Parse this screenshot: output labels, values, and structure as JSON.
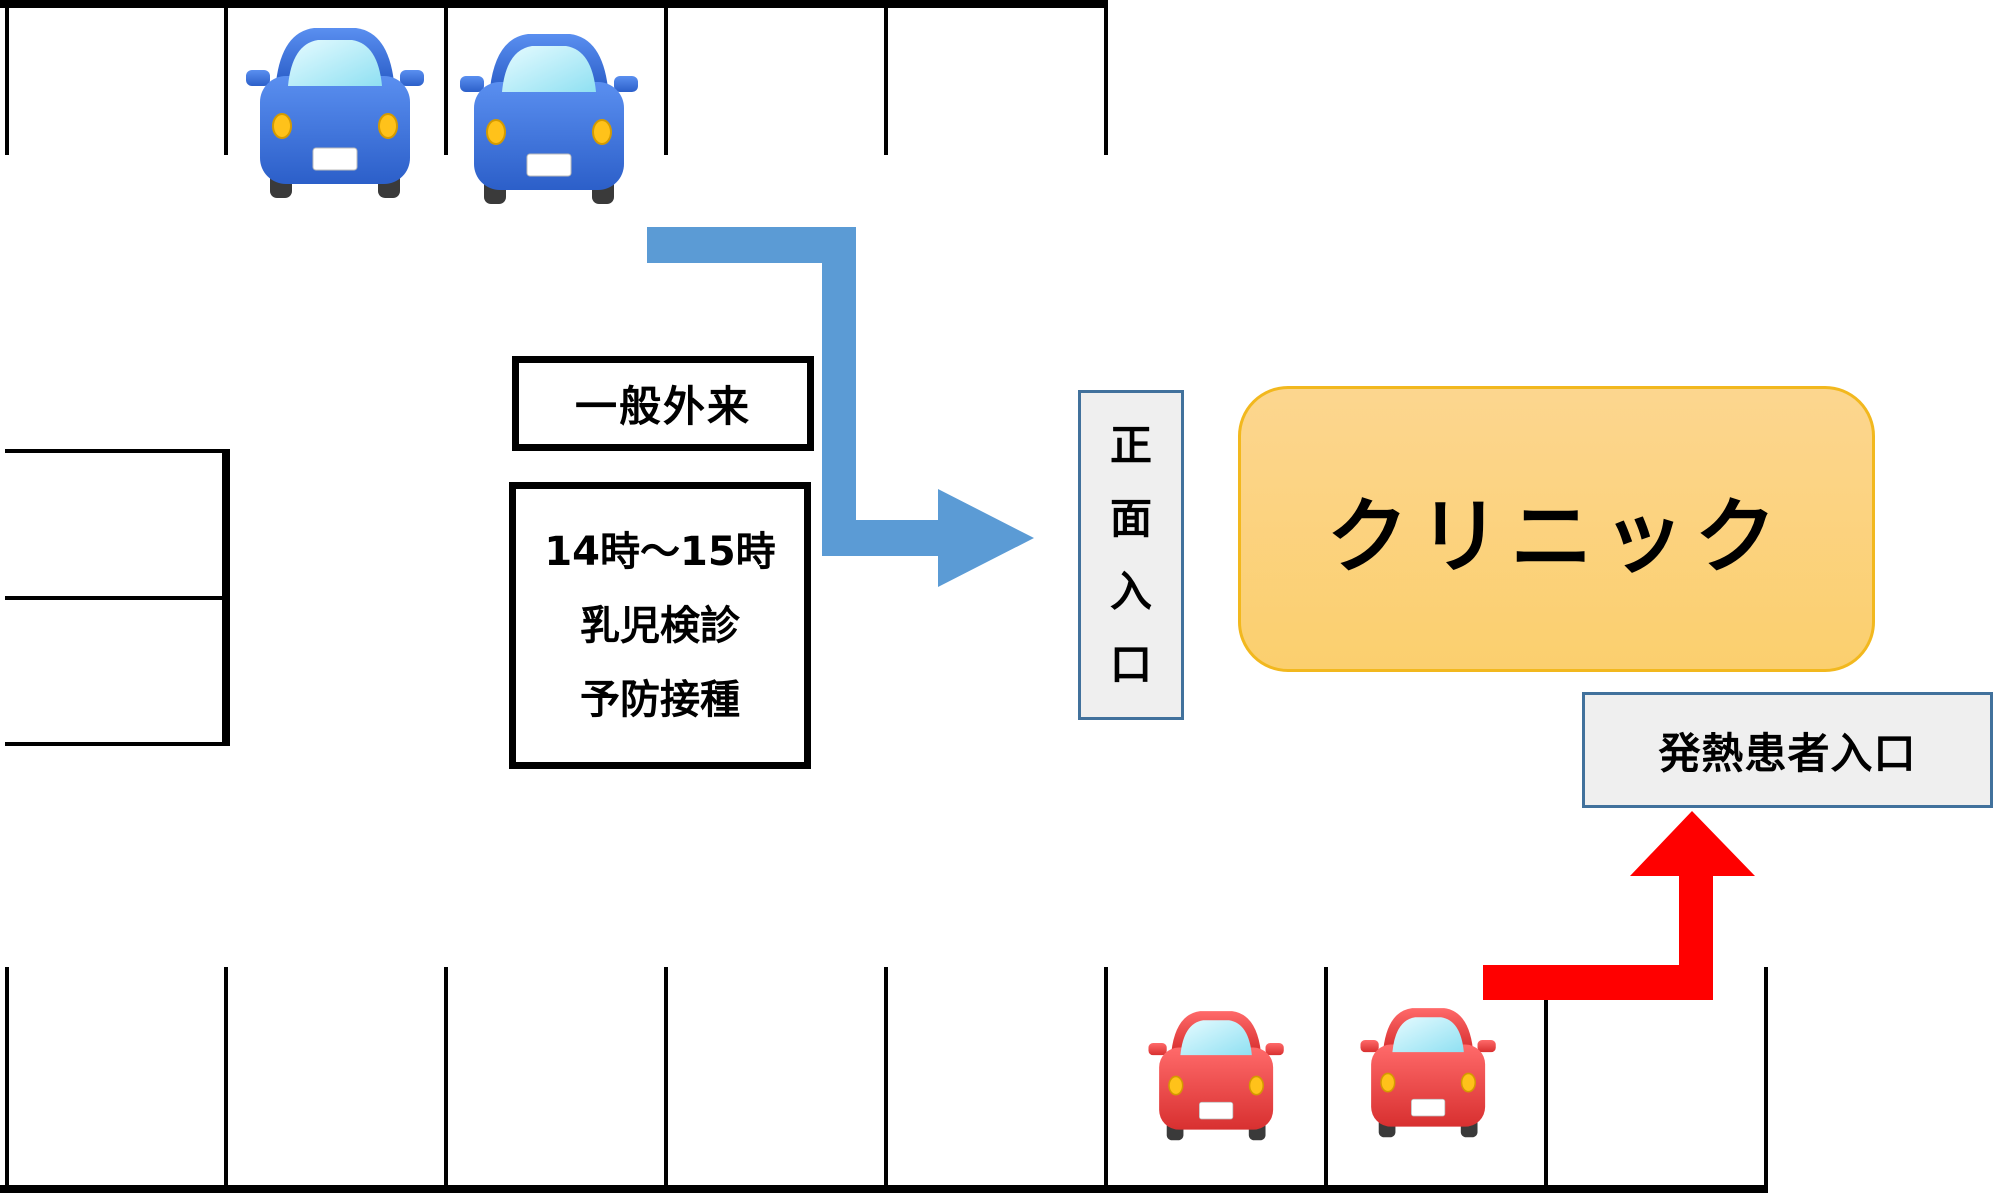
{
  "labels": {
    "general": "一般外来",
    "schedule": [
      "14時～15時",
      "乳児検診",
      "予防接種"
    ],
    "front_entrance": [
      "正",
      "面",
      "入",
      "口"
    ],
    "clinic": "クリニック",
    "fever_entrance": "発熱患者入口"
  },
  "colors": {
    "blue_arrow": "#5b9bd5",
    "red_arrow": "#ff0000",
    "blue_car": "#3b73d9",
    "red_car": "#f04a4a",
    "clinic_fill": "#fcd68f",
    "clinic_border": "#f2b81e",
    "entrance_fill": "#efefef",
    "entrance_border": "#41719c"
  },
  "icons": {
    "car": "car-icon",
    "arrow": "arrow-icon"
  }
}
